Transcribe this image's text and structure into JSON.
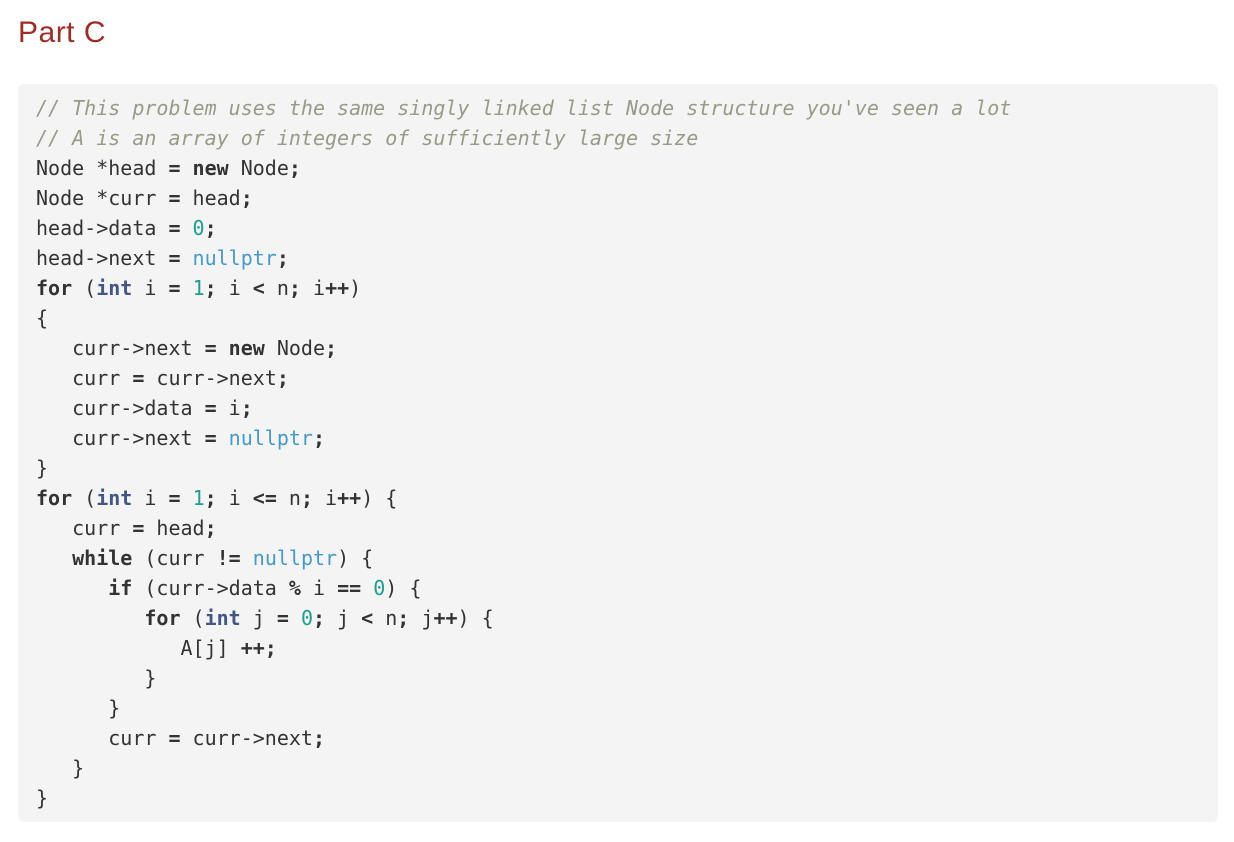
{
  "page": {
    "title": "Part C"
  },
  "colors": {
    "heading": "#9e2b25",
    "codebg": "#f4f4f4",
    "plain": "#333333",
    "keyword": "#333333",
    "type": "#445588",
    "number": "#1d9e8e",
    "literal": "#4699cb",
    "comment": "#999988",
    "operator": "#333333"
  },
  "code": {
    "language": "cpp",
    "lines": [
      [
        [
          "com",
          "// This problem uses the same singly linked list Node structure you've seen a lot"
        ]
      ],
      [
        [
          "com",
          "// A is an array of integers of sufficiently large size"
        ]
      ],
      [
        [
          "txt",
          "Node *head "
        ],
        [
          "op",
          "="
        ],
        [
          "txt",
          " "
        ],
        [
          "kw",
          "new"
        ],
        [
          "txt",
          " Node"
        ],
        [
          "op",
          ";"
        ]
      ],
      [
        [
          "txt",
          "Node *curr "
        ],
        [
          "op",
          "="
        ],
        [
          "txt",
          " head"
        ],
        [
          "op",
          ";"
        ]
      ],
      [
        [
          "txt",
          "head->data "
        ],
        [
          "op",
          "="
        ],
        [
          "txt",
          " "
        ],
        [
          "num",
          "0"
        ],
        [
          "op",
          ";"
        ]
      ],
      [
        [
          "txt",
          "head->next "
        ],
        [
          "op",
          "="
        ],
        [
          "txt",
          " "
        ],
        [
          "lit",
          "nullptr"
        ],
        [
          "op",
          ";"
        ]
      ],
      [
        [
          "kw",
          "for"
        ],
        [
          "txt",
          " ("
        ],
        [
          "typ",
          "int"
        ],
        [
          "txt",
          " i "
        ],
        [
          "op",
          "="
        ],
        [
          "txt",
          " "
        ],
        [
          "num",
          "1"
        ],
        [
          "op",
          ";"
        ],
        [
          "txt",
          " i "
        ],
        [
          "op",
          "<"
        ],
        [
          "txt",
          " n"
        ],
        [
          "op",
          ";"
        ],
        [
          "txt",
          " i"
        ],
        [
          "op",
          "++"
        ],
        [
          "txt",
          ")"
        ]
      ],
      [
        [
          "txt",
          "{"
        ]
      ],
      [
        [
          "txt",
          "   curr->next "
        ],
        [
          "op",
          "="
        ],
        [
          "txt",
          " "
        ],
        [
          "kw",
          "new"
        ],
        [
          "txt",
          " Node"
        ],
        [
          "op",
          ";"
        ]
      ],
      [
        [
          "txt",
          "   curr "
        ],
        [
          "op",
          "="
        ],
        [
          "txt",
          " curr->next"
        ],
        [
          "op",
          ";"
        ]
      ],
      [
        [
          "txt",
          "   curr->data "
        ],
        [
          "op",
          "="
        ],
        [
          "txt",
          " i"
        ],
        [
          "op",
          ";"
        ]
      ],
      [
        [
          "txt",
          "   curr->next "
        ],
        [
          "op",
          "="
        ],
        [
          "txt",
          " "
        ],
        [
          "lit",
          "nullptr"
        ],
        [
          "op",
          ";"
        ]
      ],
      [
        [
          "txt",
          "}"
        ]
      ],
      [
        [
          "kw",
          "for"
        ],
        [
          "txt",
          " ("
        ],
        [
          "typ",
          "int"
        ],
        [
          "txt",
          " i "
        ],
        [
          "op",
          "="
        ],
        [
          "txt",
          " "
        ],
        [
          "num",
          "1"
        ],
        [
          "op",
          ";"
        ],
        [
          "txt",
          " i "
        ],
        [
          "op",
          "<="
        ],
        [
          "txt",
          " n"
        ],
        [
          "op",
          ";"
        ],
        [
          "txt",
          " i"
        ],
        [
          "op",
          "++"
        ],
        [
          "txt",
          ") {"
        ]
      ],
      [
        [
          "txt",
          "   curr "
        ],
        [
          "op",
          "="
        ],
        [
          "txt",
          " head"
        ],
        [
          "op",
          ";"
        ]
      ],
      [
        [
          "txt",
          "   "
        ],
        [
          "kw",
          "while"
        ],
        [
          "txt",
          " (curr "
        ],
        [
          "op",
          "!="
        ],
        [
          "txt",
          " "
        ],
        [
          "lit",
          "nullptr"
        ],
        [
          "txt",
          ") {"
        ]
      ],
      [
        [
          "txt",
          "      "
        ],
        [
          "kw",
          "if"
        ],
        [
          "txt",
          " (curr->data "
        ],
        [
          "op",
          "%"
        ],
        [
          "txt",
          " i "
        ],
        [
          "op",
          "=="
        ],
        [
          "txt",
          " "
        ],
        [
          "num",
          "0"
        ],
        [
          "txt",
          ") {"
        ]
      ],
      [
        [
          "txt",
          "         "
        ],
        [
          "kw",
          "for"
        ],
        [
          "txt",
          " ("
        ],
        [
          "typ",
          "int"
        ],
        [
          "txt",
          " j "
        ],
        [
          "op",
          "="
        ],
        [
          "txt",
          " "
        ],
        [
          "num",
          "0"
        ],
        [
          "op",
          ";"
        ],
        [
          "txt",
          " j "
        ],
        [
          "op",
          "<"
        ],
        [
          "txt",
          " n"
        ],
        [
          "op",
          ";"
        ],
        [
          "txt",
          " j"
        ],
        [
          "op",
          "++"
        ],
        [
          "txt",
          ") {"
        ]
      ],
      [
        [
          "txt",
          "            A[j] "
        ],
        [
          "op",
          "++"
        ],
        [
          "op",
          ";"
        ]
      ],
      [
        [
          "txt",
          "         }"
        ]
      ],
      [
        [
          "txt",
          "      }"
        ]
      ],
      [
        [
          "txt",
          "      curr "
        ],
        [
          "op",
          "="
        ],
        [
          "txt",
          " curr->next"
        ],
        [
          "op",
          ";"
        ]
      ],
      [
        [
          "txt",
          "   }"
        ]
      ],
      [
        [
          "txt",
          "}"
        ]
      ]
    ]
  }
}
